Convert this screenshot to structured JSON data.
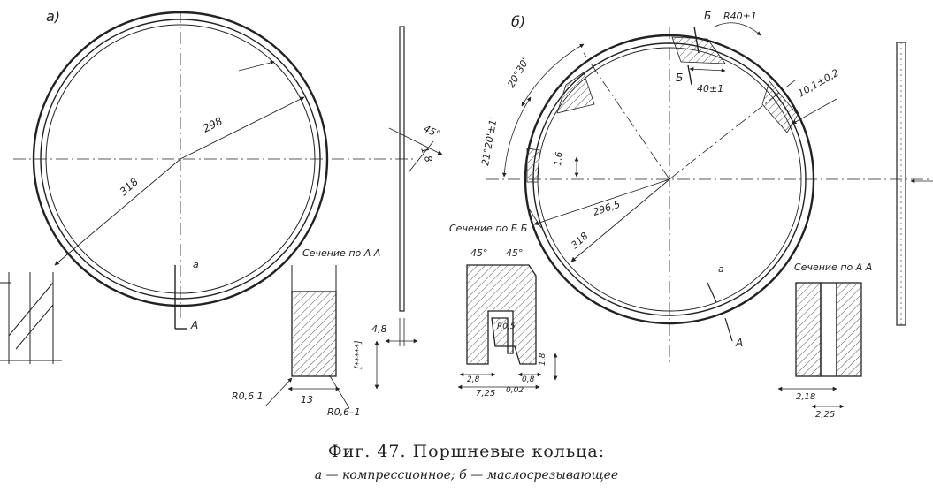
{
  "figure": {
    "caption": "Фиг. 47. Поршневые кольца:",
    "subcaption": "а — компрессионное; б — маслосрезывающее"
  },
  "ring_a": {
    "label": "а)",
    "dim_outer": "318",
    "dim_inner": "298",
    "mark_a": "а",
    "mark_A": "А",
    "gap_angle": "45°",
    "gap_size": "1,8",
    "thickness": "4,8",
    "section_title": "Сечение по А А",
    "section_height": "[*****]",
    "section_width": "13",
    "radius_left": "R0,6  1",
    "radius_right": "R0,6–1"
  },
  "ring_b": {
    "label": "б)",
    "mark_B": "Б",
    "radius": "R40±1",
    "arc_angle_1": "20°30'",
    "arc_angle_2": "21°20'±1'",
    "dim_40": "40±1",
    "dim_10": "10,1±0,2",
    "dim_inner": "296,5",
    "dim_outer": "318",
    "dim_small": "1,6",
    "mark_a": "а",
    "mark_A": "А",
    "section_bb_title": "Сечение по Б Б",
    "angle_left": "45°",
    "angle_right": "45°",
    "r_inner": "R0,5",
    "section_aa_title": "Сечение по А А",
    "dim_a1": "2,8",
    "dim_a2": "0,8",
    "dim_a3": "1,8",
    "dim_total": "7,25",
    "dim_a4": "0,02",
    "dim_aa_width": "2,18",
    "dim_aa_total": "2,25"
  }
}
